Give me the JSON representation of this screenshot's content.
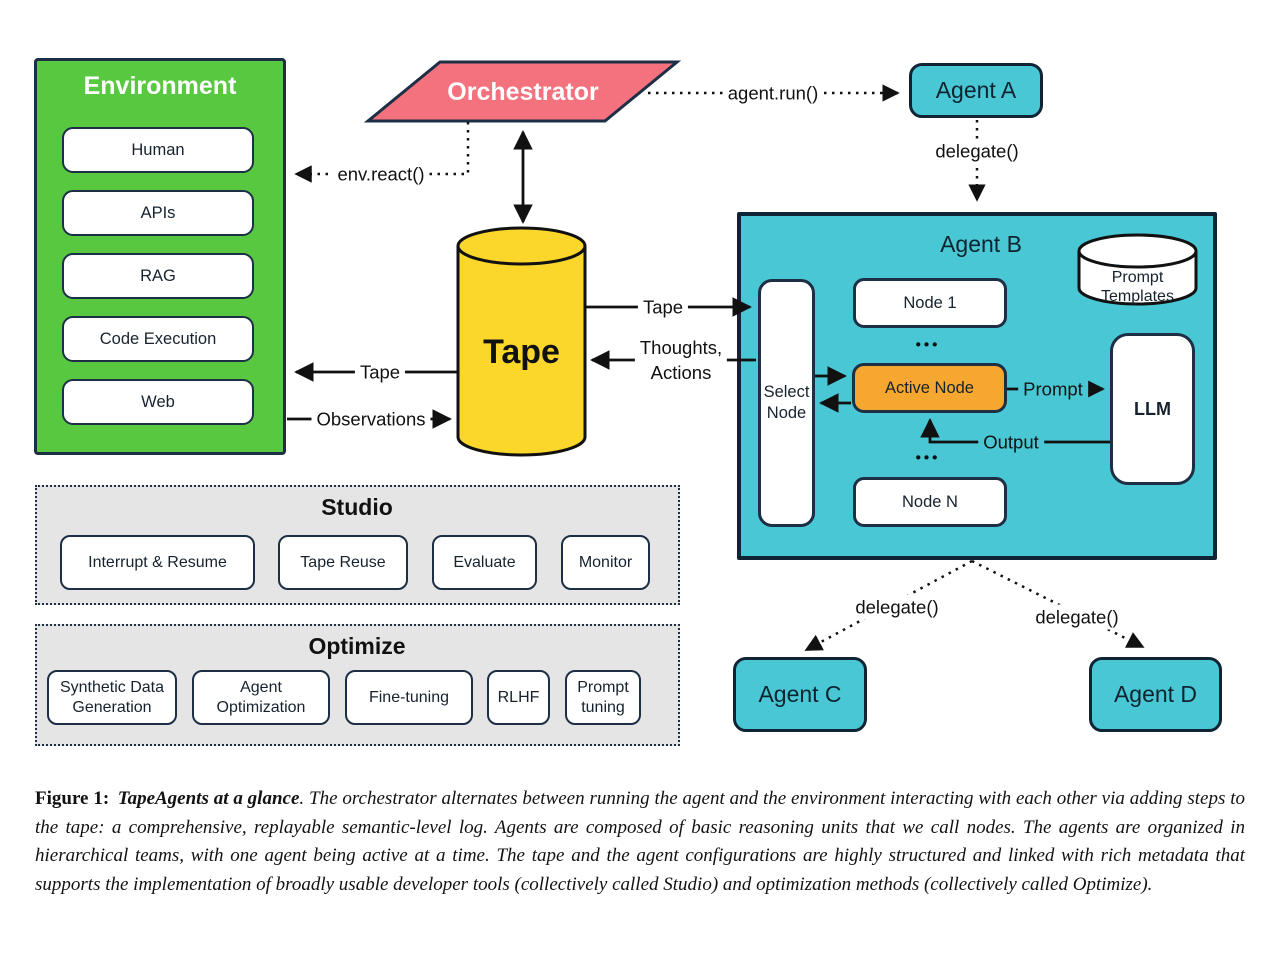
{
  "colors": {
    "green": "#57c840",
    "teal": "#49c7d4",
    "pink": "#f4727e",
    "yellow": "#fbd72b",
    "orange": "#f6a72f",
    "panel_gray": "#e5e5e5",
    "border_navy": "#1d2f45",
    "border_dark": "#0f2434",
    "line_black": "#111111"
  },
  "environment": {
    "title": "Environment",
    "items": [
      "Human",
      "APIs",
      "RAG",
      "Code Execution",
      "Web"
    ]
  },
  "orchestrator": {
    "label": "Orchestrator"
  },
  "tape": {
    "label": "Tape"
  },
  "agents": {
    "a": "Agent A",
    "b": "Agent B",
    "c": "Agent C",
    "d": "Agent D"
  },
  "agent_b": {
    "select_node_line1": "Select",
    "select_node_line2": "Node",
    "node_1": "Node 1",
    "active_node": "Active Node",
    "node_n": "Node N",
    "llm": "LLM",
    "prompt_templates_line1": "Prompt",
    "prompt_templates_line2": "Templates",
    "ellipsis_top": "•••",
    "ellipsis_bottom": "•••"
  },
  "edges": {
    "agent_run": "agent.run()",
    "env_react": "env.react()",
    "delegate_a": "delegate()",
    "delegate_c": "delegate()",
    "delegate_d": "delegate()",
    "tape_to_agent": "Tape",
    "thoughts_line1": "Thoughts,",
    "thoughts_line2": "Actions",
    "tape_to_env": "Tape",
    "observations": "Observations",
    "prompt": "Prompt",
    "output": "Output"
  },
  "studio": {
    "title": "Studio",
    "items": [
      "Interrupt & Resume",
      "Tape Reuse",
      "Evaluate",
      "Monitor"
    ]
  },
  "optimize": {
    "title": "Optimize",
    "items": [
      "Synthetic Data Generation",
      "Agent Optimization",
      "Fine-tuning",
      "RLHF",
      "Prompt tuning"
    ]
  },
  "caption": {
    "label": "Figure 1:",
    "title": "TapeAgents at a glance",
    "body": ". The orchestrator alternates between running the agent and the environment interacting with each other via adding steps to the tape: a comprehensive, replayable semantic-level log. Agents are composed of basic reasoning units that we call nodes. The agents are organized in hierarchical teams, with one agent being active at a time. The tape and the agent configurations are highly structured and linked with rich metadata that supports the implementation of broadly usable developer tools (collectively called Studio) and optimization methods (collectively called Optimize)."
  }
}
